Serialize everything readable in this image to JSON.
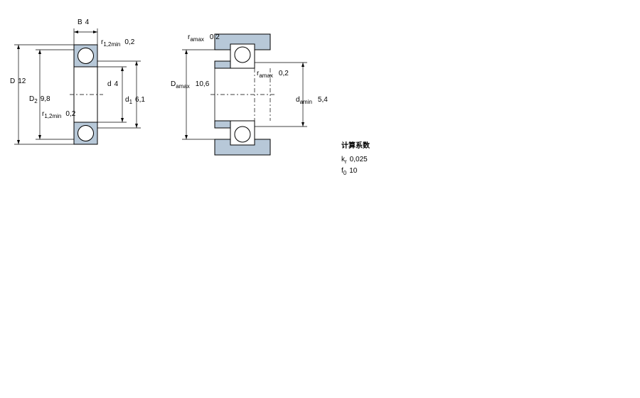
{
  "colors": {
    "housing_fill": "#b7c8d8",
    "line": "#000000",
    "background": "#ffffff"
  },
  "bearing_drawing": {
    "B": {
      "symbol": "B",
      "value": "4"
    },
    "D": {
      "symbol": "D",
      "value": "12"
    },
    "D2": {
      "symbol": "D",
      "sub": "2",
      "value": "9,8"
    },
    "d": {
      "symbol": "d",
      "value": "4"
    },
    "d1": {
      "symbol": "d",
      "sub": "1",
      "value": "6,1"
    },
    "r12min_top": {
      "symbol": "r",
      "sub": "1,2min",
      "value": "0,2"
    },
    "r12min_bottom": {
      "symbol": "r",
      "sub": "1,2min",
      "value": "0,2"
    }
  },
  "mounting_drawing": {
    "ramax_top": {
      "symbol": "r",
      "sub": "amax",
      "value": "0,2"
    },
    "ramax_mid": {
      "symbol": "r",
      "sub": "amax",
      "value": "0,2"
    },
    "Damax": {
      "symbol": "D",
      "sub": "amax",
      "value": "10,6"
    },
    "damin": {
      "symbol": "d",
      "sub": "amin",
      "value": "5,4"
    }
  },
  "calc_factors": {
    "title": "计算系数",
    "kr": {
      "symbol": "k",
      "sub": "r",
      "value": "0,025"
    },
    "f0": {
      "symbol": "f",
      "sub": "0",
      "value": "10"
    }
  }
}
